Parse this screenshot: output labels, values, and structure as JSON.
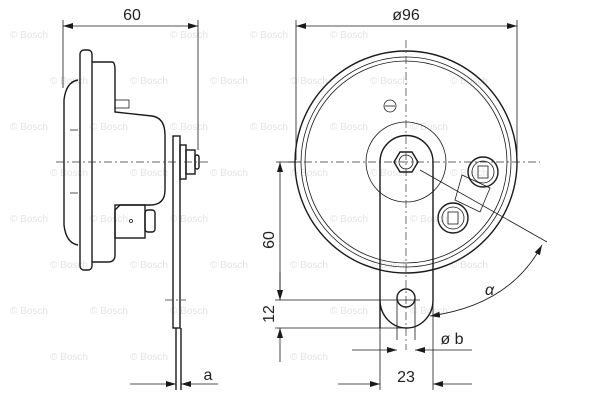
{
  "drawing": {
    "dimensions": {
      "depth": "60",
      "diameter": "ø96",
      "mount_height": "60",
      "hole_offset": "12",
      "hole_diameter": "ø b",
      "bracket_width": "23",
      "bracket_thickness": "a",
      "angle": "α"
    },
    "watermark": "© Bosch"
  }
}
